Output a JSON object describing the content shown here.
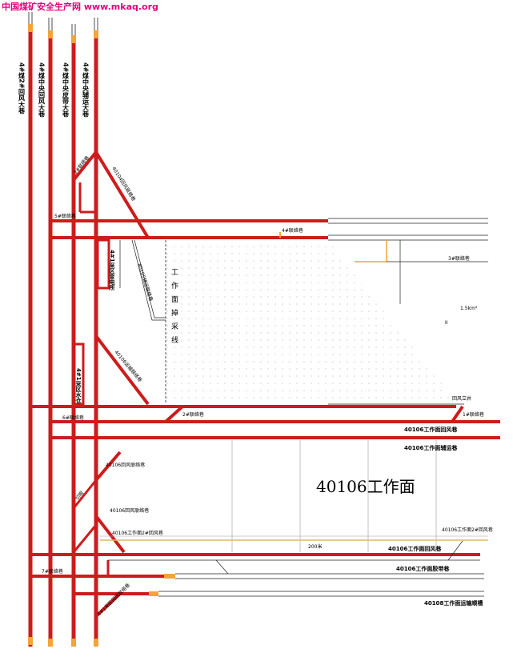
{
  "watermark": "中国煤矿安全生产网 www.mkaq.org",
  "colors": {
    "roadway": "#cc1c1c",
    "edge": "#222222",
    "thin": "#555555",
    "plug": "#f2a43a",
    "dots": "#9a9a9a"
  },
  "main_roadways": [
    {
      "label": "4#煤2#回风大巷"
    },
    {
      "label": "4#煤中央回风大巷"
    },
    {
      "label": "4#煤中央皮带大巷"
    },
    {
      "label": "4#煤中央辅运大巷"
    }
  ],
  "labels": {
    "cut_face": "工作面掉采线",
    "face_name": "40106工作面",
    "substation": "4#1采区变电所",
    "sump": "4#1采区水仓",
    "conveyor_cut": "切眼",
    "lane_1": "40106工作面回风巷",
    "lane_2": "40106工作面辅运巷",
    "lane_3": "40106工作面回风巷",
    "lane_4": "40106工作面胶带巷",
    "lane_5": "40108工作面运输顺槽",
    "face_lane": "40106工作面2#回风巷",
    "face_lane_r": "40106工作面2#回风巷",
    "inclined_1": "40104回风联络巷",
    "inclined_2": "40105辅运联络巷",
    "inclined_3": "40106运输联络巷",
    "inclined_4": "40106回风联络巷",
    "inclined_5": "40106回风联络巷",
    "inclined_6": "4#1采区回风联络巷",
    "link_1": "6#联络巷",
    "link_2": "5#联络巷",
    "link_3": "4#联络巷",
    "link_4": "3#联络巷",
    "link_5": "2#联络巷",
    "link_6": "1#联络巷",
    "link_7": "7#联络巷",
    "shaft": "回风立井",
    "distance": "200米",
    "area": "1.5km²",
    "mark_ii": "II"
  }
}
